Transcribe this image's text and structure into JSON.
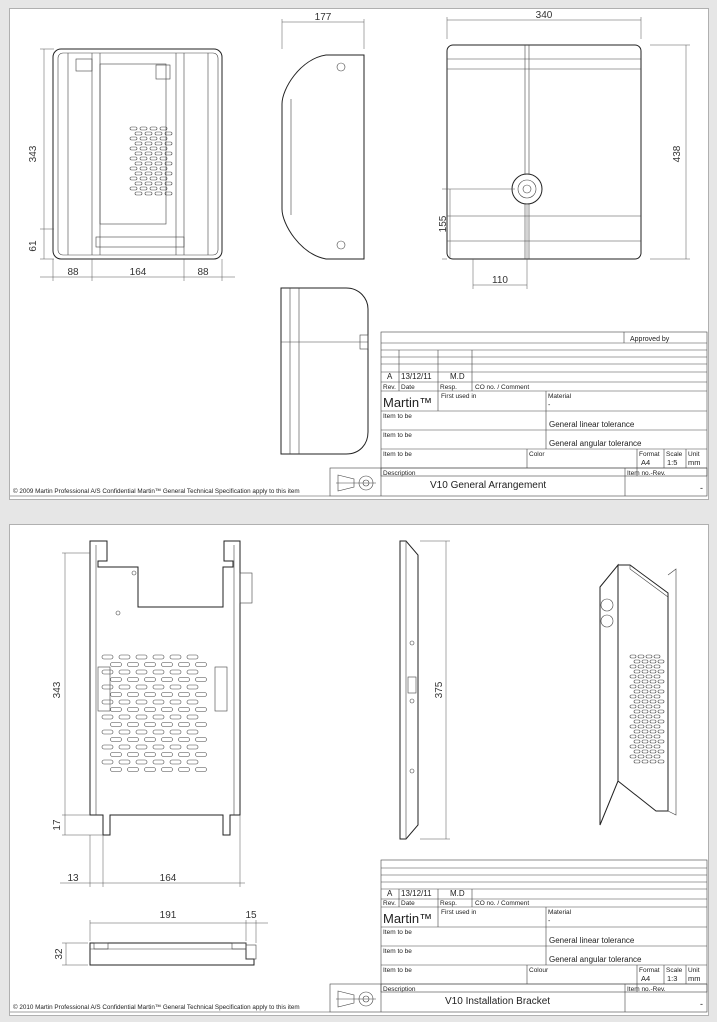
{
  "sheet1": {
    "dims": {
      "front_height": "343",
      "front_bottom": "61",
      "front_w_left": "88",
      "front_w_mid": "164",
      "front_w_right": "88",
      "side_depth": "177",
      "back_width": "340",
      "back_height": "438",
      "back_lock_height": "155",
      "back_lock_x": "110"
    },
    "title_block": {
      "approved_by": "Approved by",
      "rev": "A",
      "date": "13/12/11",
      "by": "M.D",
      "h_rev": "Rev.",
      "h_date": "Date",
      "h_resp": "Resp.",
      "h_co": "CO no. / Comment",
      "brand": "Martin™",
      "first_used_in": "First used in",
      "material_label": "Material",
      "material_value": "-",
      "item_to_be_1": "Item to be",
      "item_to_be_2": "Item to be",
      "item_to_be_3": "Item to be",
      "linear_tol": "General linear tolerance",
      "angular_tol": "General angular tolerance",
      "color_label": "Color",
      "format_label": "Format",
      "format_value": "A4",
      "scale_label": "Scale",
      "scale_value": "1:5",
      "unit_label": "Unit",
      "unit_value": "mm",
      "description_label": "Description",
      "description_value": "V10 General Arrangement",
      "item_no_label": "Item no.-Rev.",
      "item_no_value": "-"
    },
    "footer": "© 2009 Martin Professional A/S  Confidential  Martin™ General Technical Specification apply to this item"
  },
  "sheet2": {
    "dims": {
      "front_height": "343",
      "front_bottom": "17",
      "front_w_left": "13",
      "front_w_mid": "164",
      "side_height": "375",
      "bottom_width": "191",
      "bottom_small": "15",
      "bottom_height": "32"
    },
    "title_block": {
      "rev": "A",
      "date": "13/12/11",
      "by": "M.D",
      "h_rev": "Rev.",
      "h_date": "Date",
      "h_resp": "Resp.",
      "h_co": "CO no. / Comment",
      "brand": "Martin™",
      "first_used_in": "First used in",
      "material_label": "Material",
      "material_value": "-",
      "item_to_be_1": "Item to be",
      "item_to_be_2": "Item to be",
      "item_to_be_3": "Item to be",
      "linear_tol": "General linear tolerance",
      "angular_tol": "General angular tolerance",
      "color_label": "Colour",
      "format_label": "Format",
      "format_value": "A4",
      "scale_label": "Scale",
      "scale_value": "1:3",
      "unit_label": "Unit",
      "unit_value": "mm",
      "description_label": "Description",
      "description_value": "V10 Installation Bracket",
      "item_no_label": "Item no.-Rev.",
      "item_no_value": "-"
    },
    "footer": "© 2010 Martin Professional A/S  Confidential  Martin™ General Technical Specification apply to this item"
  }
}
